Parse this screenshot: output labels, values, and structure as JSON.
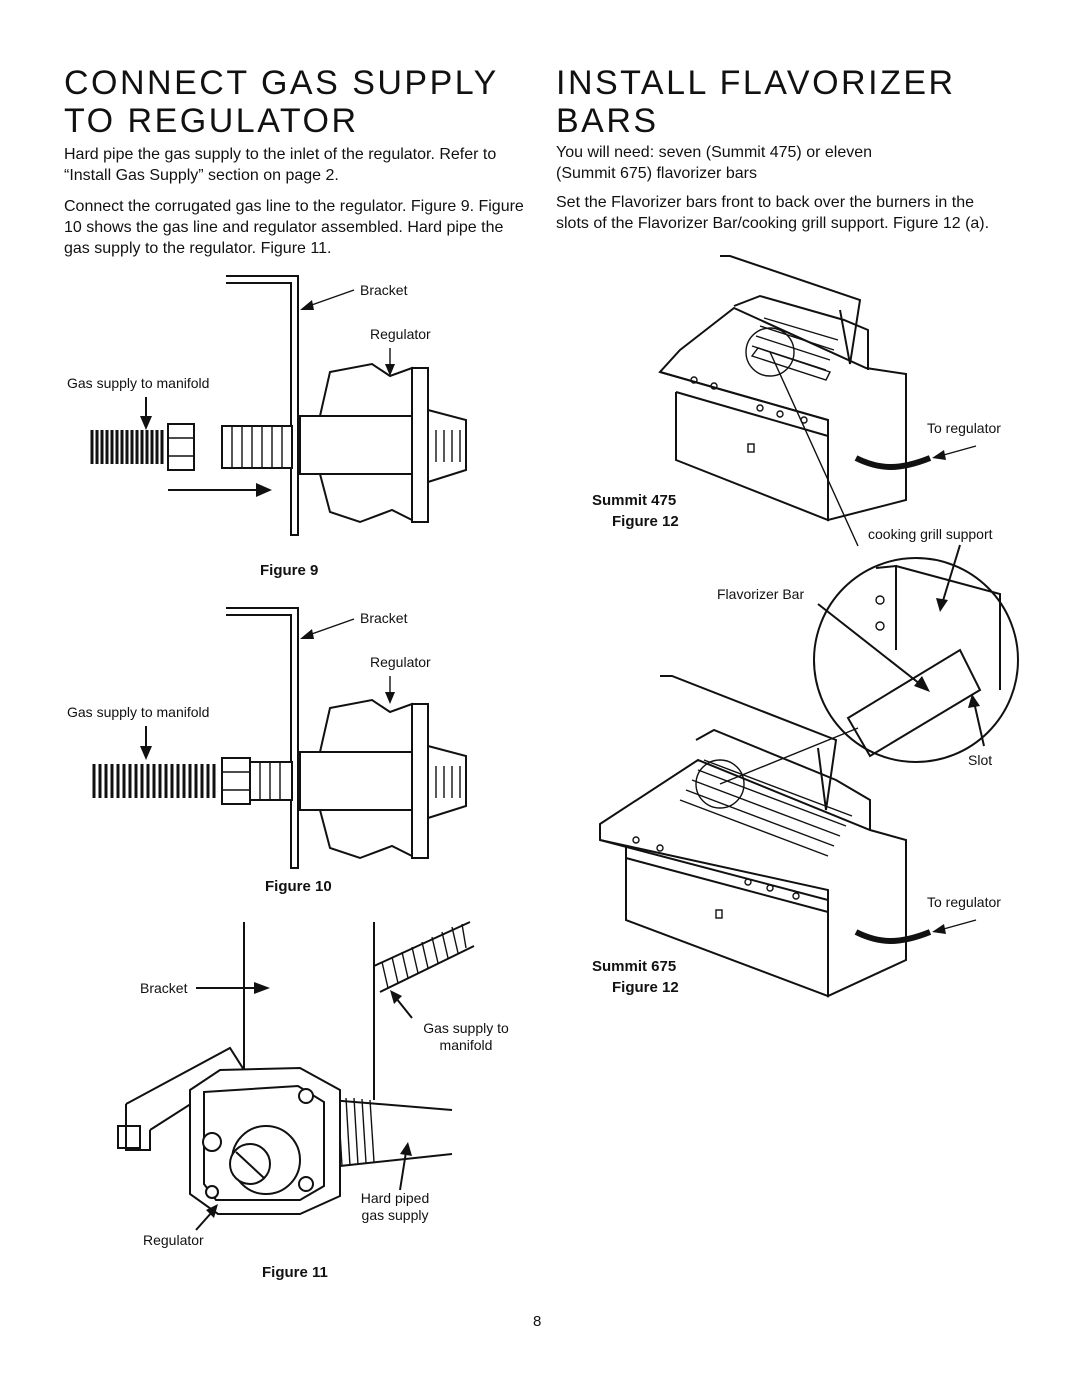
{
  "left": {
    "title": "CONNECT GAS SUPPLY TO REGULATOR",
    "paragraph1": "Hard pipe the gas supply to the inlet of the regulator. Refer to “Install Gas Supply” section on page 2.",
    "paragraph2": "Connect the corrugated gas line to the regulator. Figure 9. Figure 10 shows the gas line and regulator assembled. Hard pipe the gas supply to the regulator. Figure 11.",
    "figure9": {
      "bracket": "Bracket",
      "regulator": "Regulator",
      "gas_supply": "Gas supply to manifold",
      "caption": "Figure 9"
    },
    "figure10": {
      "bracket": "Bracket",
      "regulator": "Regulator",
      "gas_supply": "Gas supply to manifold",
      "caption": "Figure 10"
    },
    "figure11": {
      "bracket": "Bracket",
      "gas_supply": "Gas supply to manifold",
      "hard_piped": "Hard piped gas supply",
      "regulator": "Regulator",
      "caption": "Figure 11"
    }
  },
  "right": {
    "title": "INSTALL FLAVORIZER BARS",
    "paragraph1": "You will need: seven (Summit 475) or eleven (Summit 675) flavorizer bars",
    "paragraph2": "Set the Flavorizer bars front to back over the burners in the slots of the Flavorizer Bar/cooking grill support. Figure 12 (a).",
    "figure12": {
      "to_regulator_1": "To regulator",
      "summit475": "Summit 475",
      "figure_caption_1": "Figure 12",
      "grill_support": "cooking grill support",
      "flavorizer_bar": "Flavorizer Bar",
      "slot": "Slot",
      "to_regulator_2": "To regulator",
      "summit675": "Summit 675",
      "figure_caption_2": "Figure 12"
    }
  },
  "page_number": "8"
}
